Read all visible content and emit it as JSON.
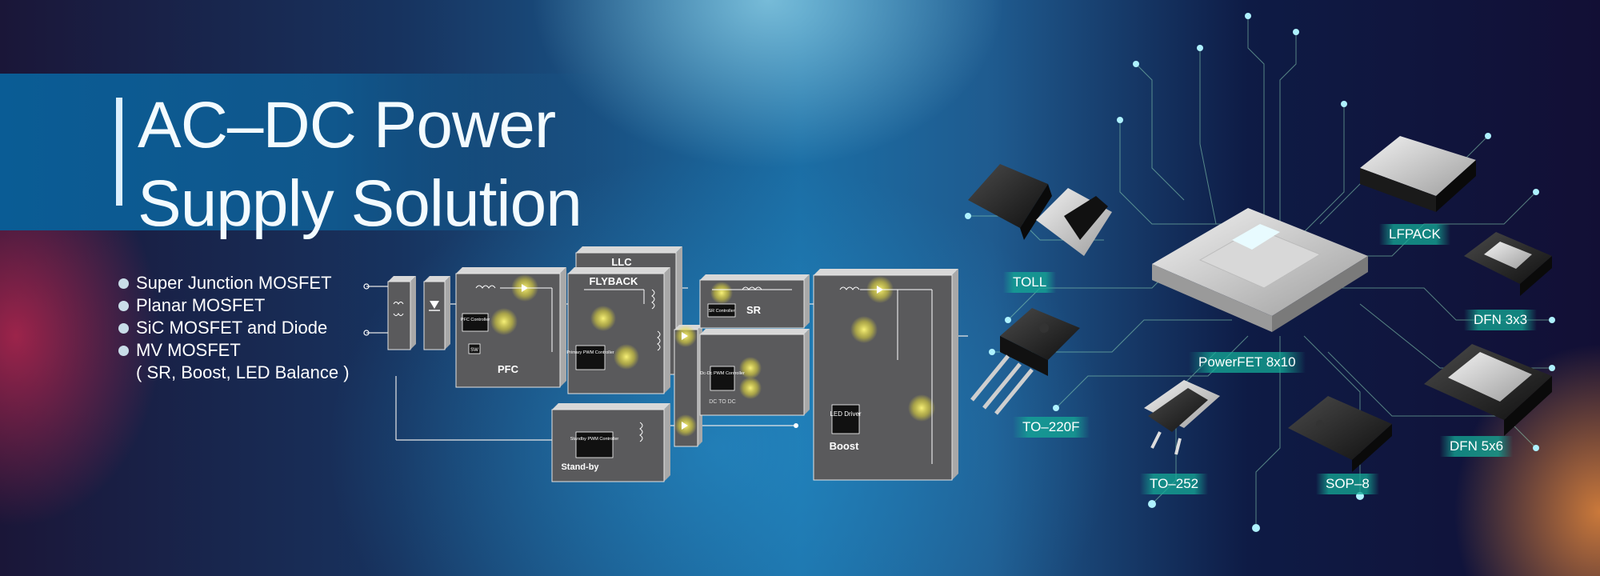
{
  "headline": {
    "line1": "AC–DC Power",
    "line2": "Supply Solution"
  },
  "features": {
    "item1": "Super Junction MOSFET",
    "item2": "Planar MOSFET",
    "item3": "SiC MOSFET and Diode",
    "item4": "MV MOSFET",
    "item4_sub": "( SR, Boost, LED Balance )"
  },
  "blocks": {
    "llc": "LLC",
    "flyback": "FLYBACK",
    "pfc": "PFC",
    "pfc_controller": "PFC Controller",
    "sw": "SW",
    "primary_pwm": "Primary PWM Controller",
    "sr": "SR",
    "sr_controller": "SR Controller",
    "dcdc_pwm": "Dc-Dc PWM Controller",
    "dc_to_dc": "DC TO DC",
    "standby": "Stand-by",
    "standby_pwm": "Standby PWM Controller",
    "led_driver": "LED Driver",
    "boost": "Boost"
  },
  "packages": {
    "toll": "TOLL",
    "to220f": "TO–220F",
    "to252": "TO–252",
    "powerfet": "PowerFET 8x10",
    "sop8": "SOP–8",
    "lfpack": "LFPACK",
    "dfn3x3": "DFN 3x3",
    "dfn5x6": "DFN 5x6"
  },
  "colors": {
    "title_text": "#f3fbff",
    "title_band": "#0a5c95",
    "block_fill": "#5a5a5c",
    "label_accent": "#14aa96",
    "highlight": "#f0e84a"
  }
}
